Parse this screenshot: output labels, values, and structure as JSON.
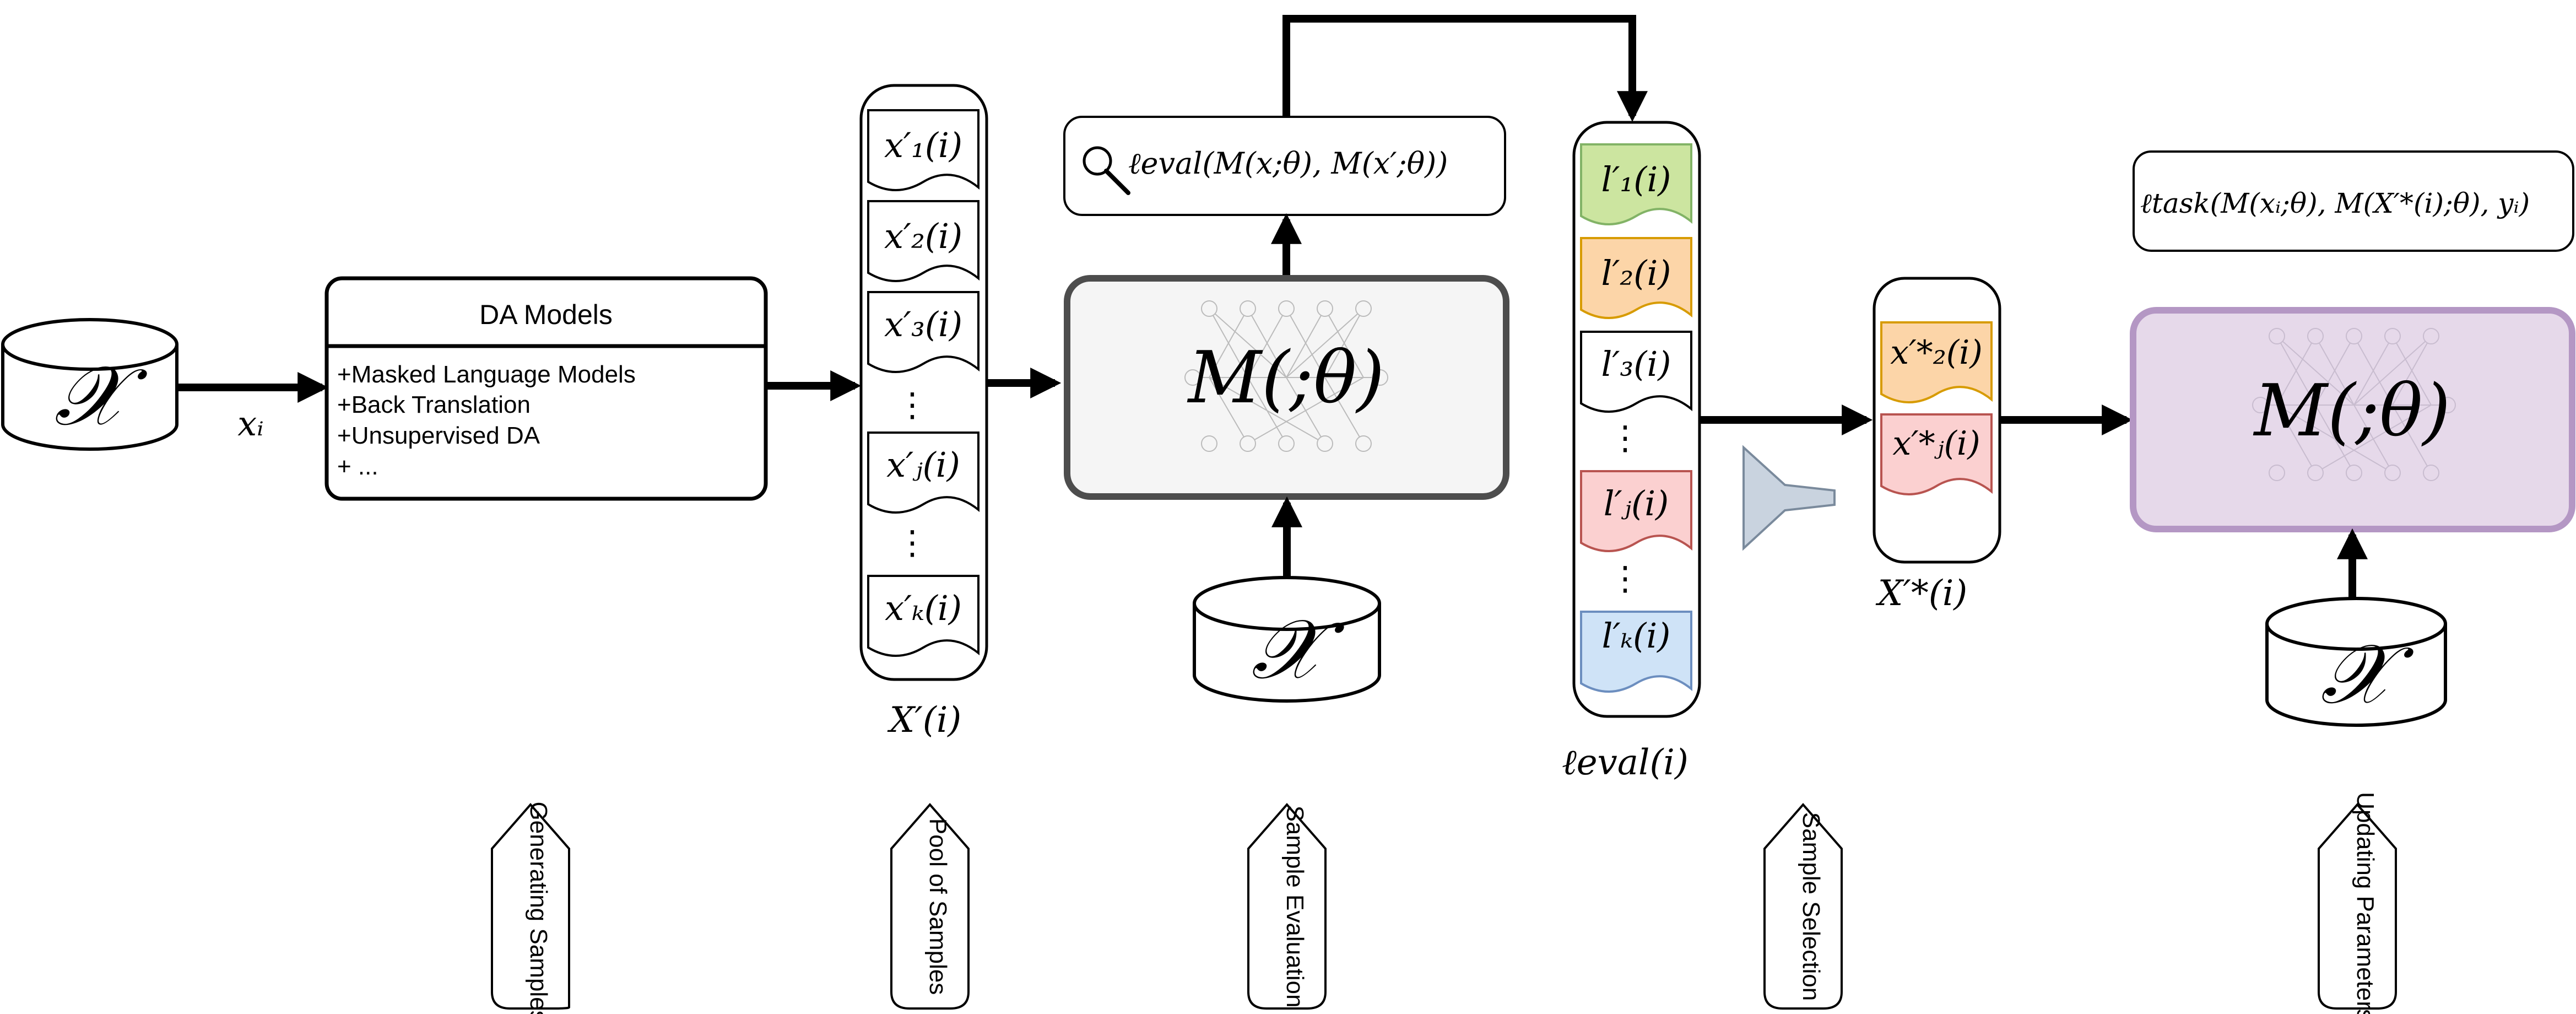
{
  "inputs": {
    "dataset_symbol": "𝒳",
    "edge_label_xi": "xᵢ"
  },
  "da_models": {
    "title": "DA Models",
    "items": [
      "+Masked Language Models",
      "+Back Translation",
      "+Unsupervised DA",
      "+  ..."
    ]
  },
  "pool": {
    "items": [
      "x′₁(i)",
      "x′₂(i)",
      "x′₃(i)",
      "⋮",
      "x′ⱼ(i)",
      "⋮",
      "x′ₖ(i)"
    ],
    "label": "X′(i)"
  },
  "model": {
    "label": "M(;θ)",
    "eval_formula": "ℓeval(M(x;θ), M(x′;θ))",
    "task_formula": "ℓtask(M(xᵢ;θ), M(X′*(i);θ), yᵢ)"
  },
  "losses": {
    "items": [
      "l′₁(i)",
      "l′₂(i)",
      "l′₃(i)",
      "⋮",
      "l′ⱼ(i)",
      "⋮",
      "l′ₖ(i)"
    ],
    "label": "ℓeval(i)"
  },
  "selected": {
    "items": [
      "x′*₂(i)",
      "x′*ⱼ(i)"
    ],
    "label": "X′*(i)"
  },
  "stages": [
    "Generating Samples",
    "Pool of Samples",
    "Sample Evaluation",
    "Sample Selection",
    "Updating Parameters"
  ],
  "colors": {
    "l1_fill": "#cce5a0",
    "l1_stroke": "#82b366",
    "l2_fill": "#fcd5a8",
    "l2_stroke": "#d79b00",
    "lj_fill": "#fbd0d0",
    "lj_stroke": "#b85450",
    "lK_fill": "#cfe3f7",
    "lK_stroke": "#6c8ebf",
    "model_fill": "#f5f5f5",
    "model_stroke": "#4d4d4d",
    "final_fill": "#e6d9ea",
    "final_stroke": "#b497c4",
    "funnel_fill": "#c9d3df",
    "funnel_stroke": "#7a8a9c"
  }
}
